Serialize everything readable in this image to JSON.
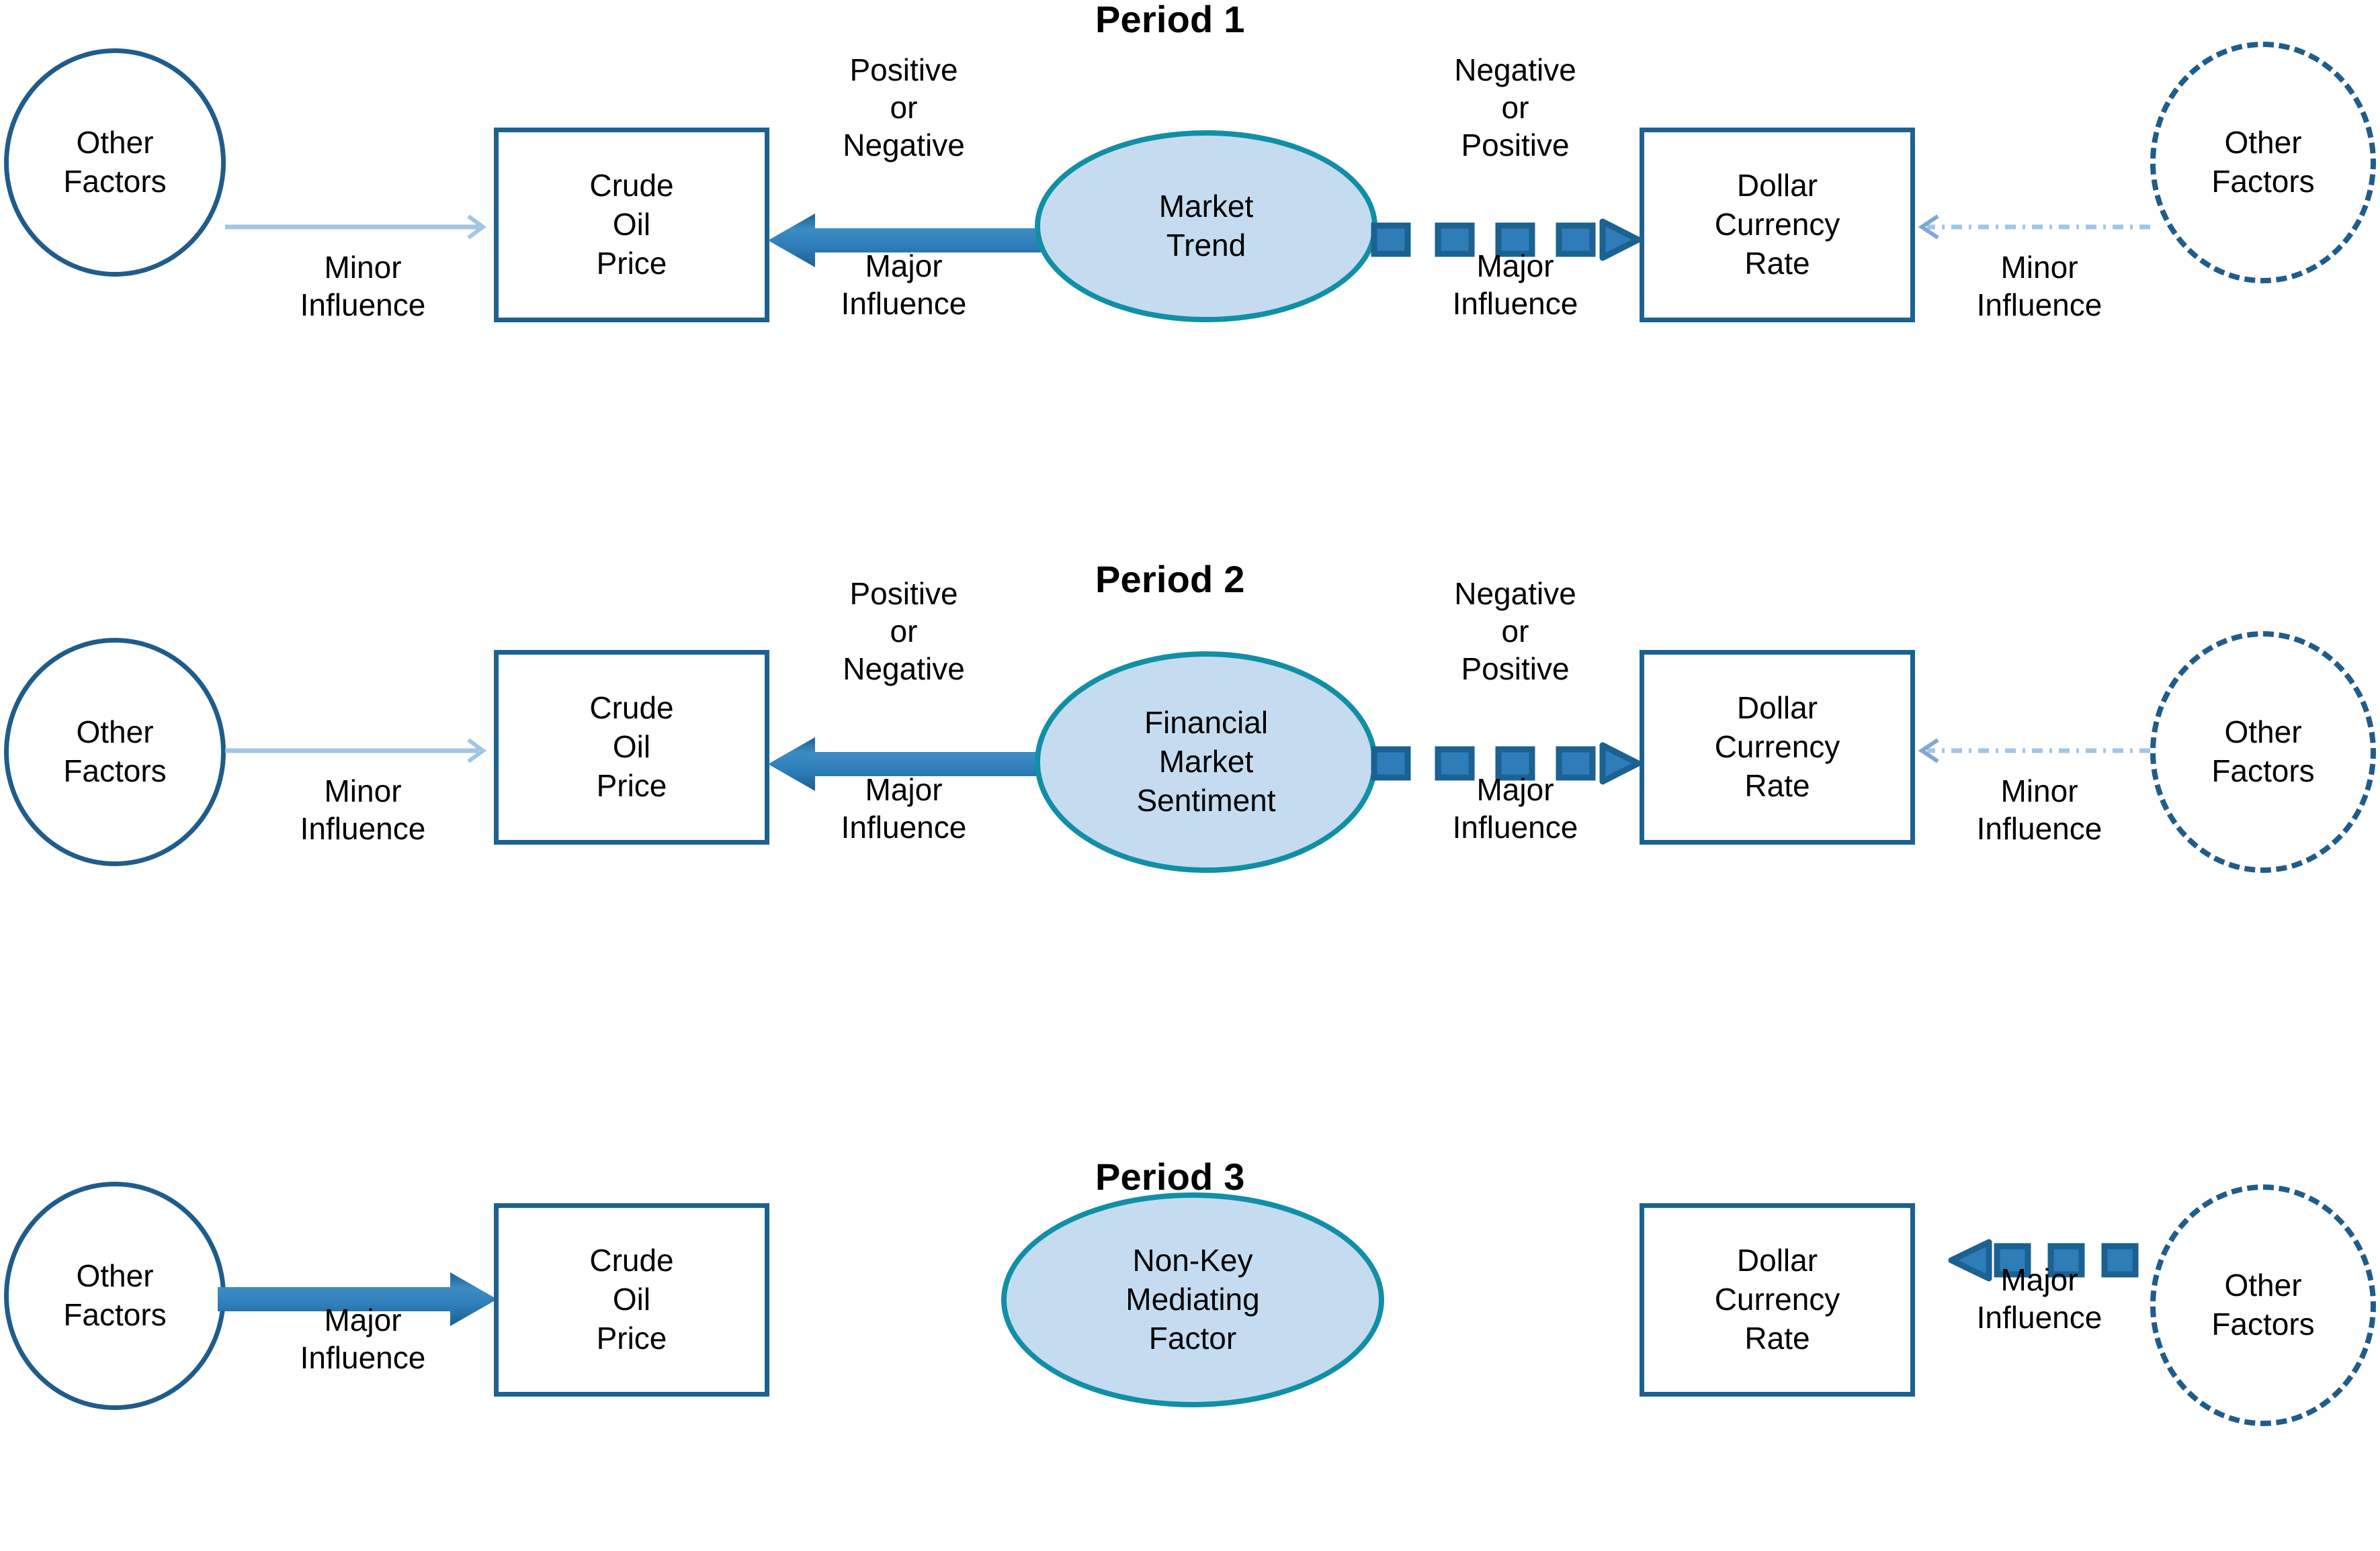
{
  "diagram": {
    "title_period_1": "Period 1",
    "title_period_2": "Period 2",
    "title_period_3": "Period 3",
    "colors": {
      "mediator_fill": "#C5DCF0",
      "mediator_stroke": "#118FA6",
      "box_stroke": "#1B6191",
      "other_factors_stroke": "#1F5C8B",
      "major_arrow": "#2E7CB8",
      "major_arrow_dark": "#1B6191",
      "minor_arrow": "#A3C5E5",
      "text": "#000000"
    }
  },
  "periods": [
    {
      "id": "period-1",
      "title": "Period 1",
      "nodes": {
        "left_other_factors": "Other\nFactors",
        "crude_oil_price": "Crude\nOil\nPrice",
        "mediator": "Market\nTrend",
        "dollar_currency_rate": "Dollar\nCurrency\nRate",
        "right_other_factors": "Other\nFactors"
      },
      "edges": {
        "left_minor_label": "Minor\nInfluence",
        "mediator_to_oil_top": "Positive\nor\nNegative",
        "mediator_to_oil_bottom": "Major\nInfluence",
        "mediator_to_dollar_top": "Negative\nor\nPositive",
        "mediator_to_dollar_bottom": "Major\nInfluence",
        "right_minor_label": "Minor\nInfluence"
      }
    },
    {
      "id": "period-2",
      "title": "Period 2",
      "nodes": {
        "left_other_factors": "Other\nFactors",
        "crude_oil_price": "Crude\nOil\nPrice",
        "mediator": "Financial\nMarket\nSentiment",
        "dollar_currency_rate": "Dollar\nCurrency\nRate",
        "right_other_factors": "Other\nFactors"
      },
      "edges": {
        "left_minor_label": "Minor\nInfluence",
        "mediator_to_oil_top": "Positive\nor\nNegative",
        "mediator_to_oil_bottom": "Major\nInfluence",
        "mediator_to_dollar_top": "Negative\nor\nPositive",
        "mediator_to_dollar_bottom": "Major\nInfluence",
        "right_minor_label": "Minor\nInfluence"
      }
    },
    {
      "id": "period-3",
      "title": "Period 3",
      "nodes": {
        "left_other_factors": "Other\nFactors",
        "crude_oil_price": "Crude\nOil\nPrice",
        "mediator": "Non-Key\nMediating\nFactor",
        "dollar_currency_rate": "Dollar\nCurrency\nRate",
        "right_other_factors": "Other\nFactors"
      },
      "edges": {
        "left_major_label": "Major\nInfluence",
        "right_major_label": "Major\nInfluence"
      }
    }
  ]
}
